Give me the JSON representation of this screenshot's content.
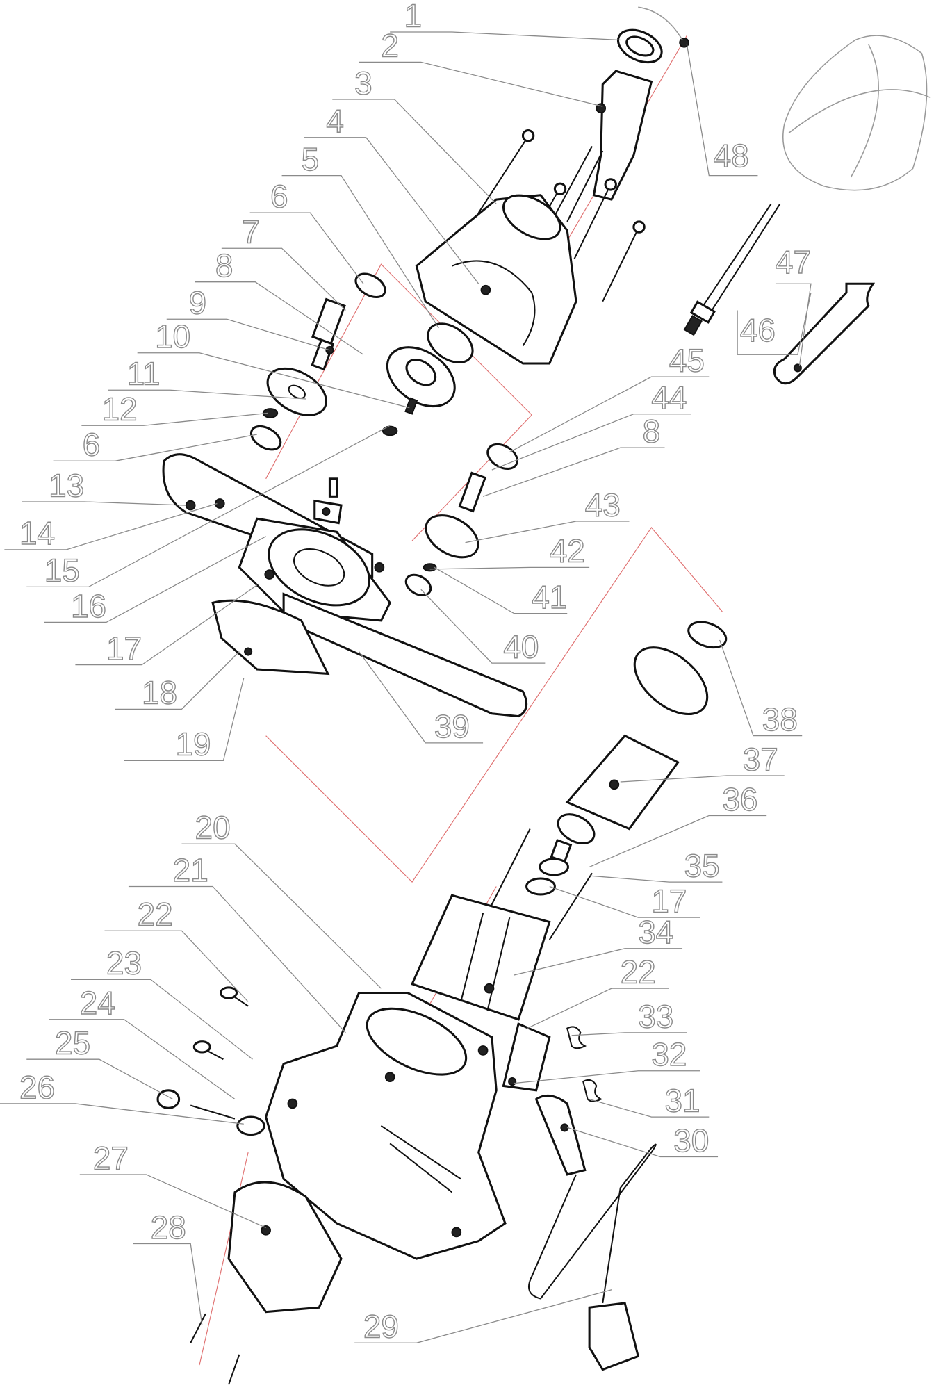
{
  "diagram": {
    "type": "exploded-parts-view",
    "callouts": {
      "c1": "1",
      "c2": "2",
      "c3": "3",
      "c4": "4",
      "c5": "5",
      "c6a": "6",
      "c7": "7",
      "c8a": "8",
      "c9": "9",
      "c10": "10",
      "c11": "11",
      "c12": "12",
      "c6b": "6",
      "c13": "13",
      "c14": "14",
      "c15": "15",
      "c16": "16",
      "c17a": "17",
      "c18": "18",
      "c19": "19",
      "c20": "20",
      "c21": "21",
      "c22a": "22",
      "c23": "23",
      "c24": "24",
      "c25": "25",
      "c26": "26",
      "c27": "27",
      "c28": "28",
      "c29": "29",
      "c30": "30",
      "c31": "31",
      "c32": "32",
      "c33": "33",
      "c22b": "22",
      "c34": "34",
      "c17b": "17",
      "c35": "35",
      "c36": "36",
      "c37": "37",
      "c38": "38",
      "c39": "39",
      "c40": "40",
      "c41": "41",
      "c42": "42",
      "c43": "43",
      "c8b": "8",
      "c44": "44",
      "c45": "45",
      "c46": "46",
      "c47": "47",
      "c48": "48"
    }
  }
}
